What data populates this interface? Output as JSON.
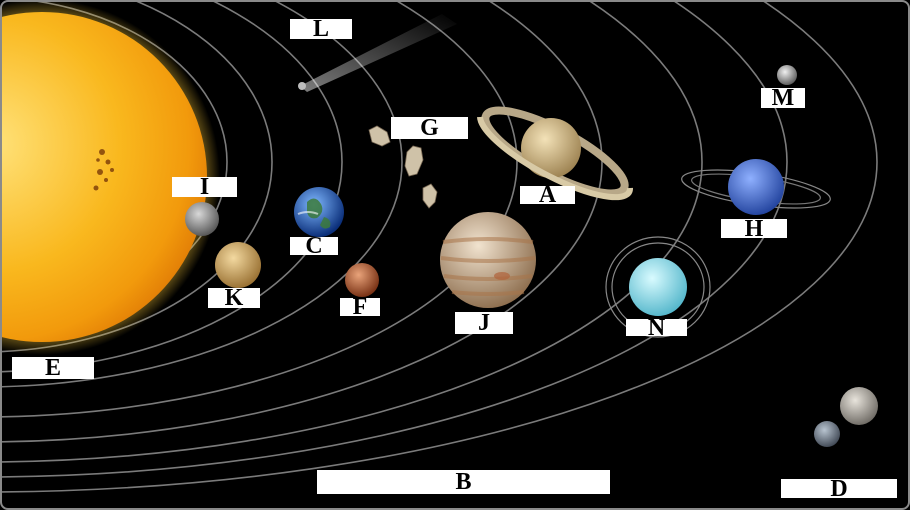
{
  "labels": {
    "A": "A",
    "B": "B",
    "C": "C",
    "D": "D",
    "E": "E",
    "F": "F",
    "G": "G",
    "H": "H",
    "I": "I",
    "J": "J",
    "K": "K",
    "L": "L",
    "M": "M",
    "N": "N"
  },
  "colors": {
    "background": "#000000",
    "orbit": "#9a9a9a",
    "sun": "#f7b21a",
    "label_bg": "#ffffff",
    "label_text": "#000000"
  }
}
